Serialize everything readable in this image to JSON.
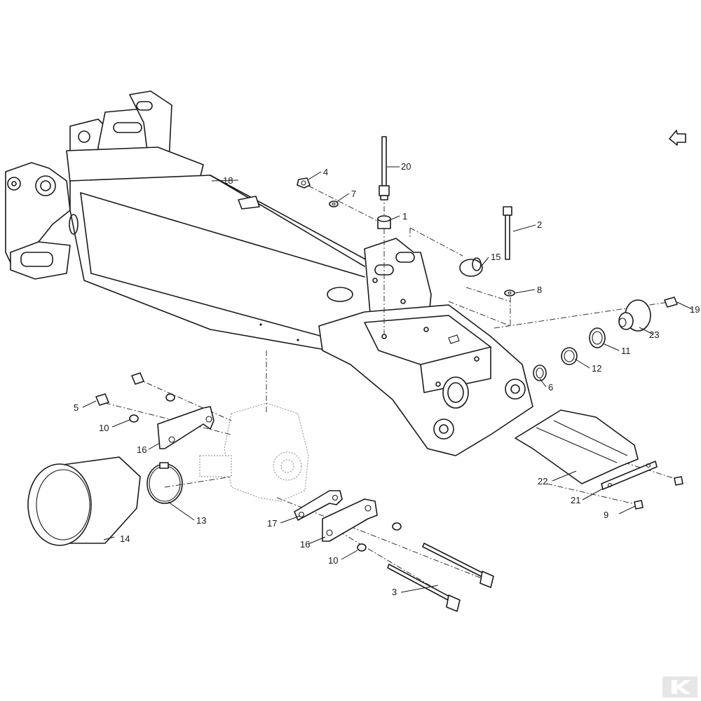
{
  "callouts": {
    "c1": "1",
    "c2": "2",
    "c3": "3",
    "c4": "4",
    "c5": "5",
    "c6": "6",
    "c7": "7",
    "c8": "8",
    "c9": "9",
    "c10a": "10",
    "c10b": "10",
    "c11": "11",
    "c12": "12",
    "c13": "13",
    "c14": "14",
    "c15": "15",
    "c16a": "16",
    "c16b": "16",
    "c17": "17",
    "c18": "18",
    "c19": "19",
    "c20": "20",
    "c21": "21",
    "c22": "22",
    "c23": "23"
  },
  "icons": {
    "orientation": "direction-arrow-icon",
    "brand": "brand-k-logo"
  },
  "colors": {
    "line": "#1a1a1a",
    "background": "#ffffff",
    "phantom": "#9a9a9a"
  }
}
